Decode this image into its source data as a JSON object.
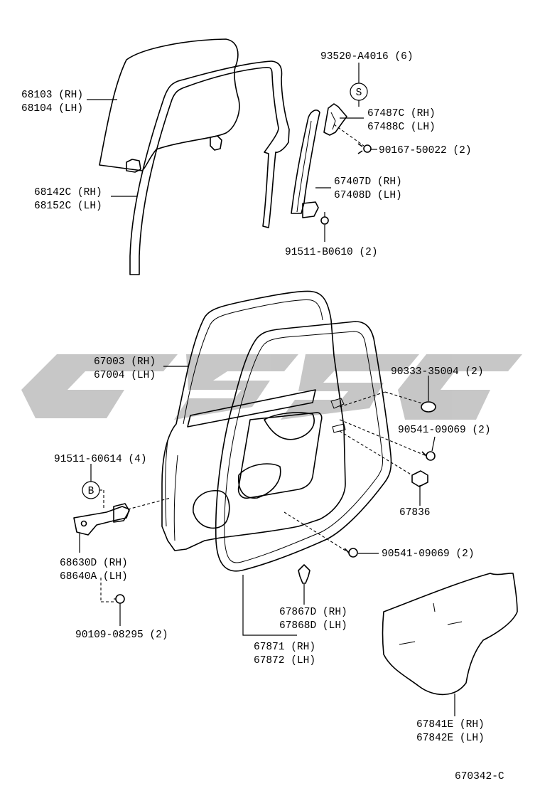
{
  "diagram": {
    "watermark": "CSSC",
    "drawing_number": "670342-C",
    "callout_symbols": {
      "s": "S",
      "b": "B"
    },
    "labels": {
      "l_68103": "68103 (RH)",
      "l_68104": "68104 (LH)",
      "l_68142": "68142C (RH)",
      "l_68152": "68152C (LH)",
      "l_93520": "93520-A4016 (6)",
      "l_67487": "67487C (RH)",
      "l_67488": "67488C (LH)",
      "l_90167": "90167-50022 (2)",
      "l_67407": "67407D (RH)",
      "l_67408": "67408D (LH)",
      "l_91511b": "91511-B0610 (2)",
      "l_67003": "67003 (RH)",
      "l_67004": "67004 (LH)",
      "l_90333": "90333-35004 (2)",
      "l_90541a": "90541-09069 (2)",
      "l_91511": "91511-60614 (4)",
      "l_67836": "67836",
      "l_68630": "68630D (RH)",
      "l_68640": "68640A (LH)",
      "l_90541b": "90541-09069 (2)",
      "l_67867": "67867D (RH)",
      "l_67868": "67868D (LH)",
      "l_90109": "90109-08295 (2)",
      "l_67871": "67871 (RH)",
      "l_67872": "67872 (LH)",
      "l_67841": "67841E (RH)",
      "l_67842": "67842E (LH)"
    }
  }
}
